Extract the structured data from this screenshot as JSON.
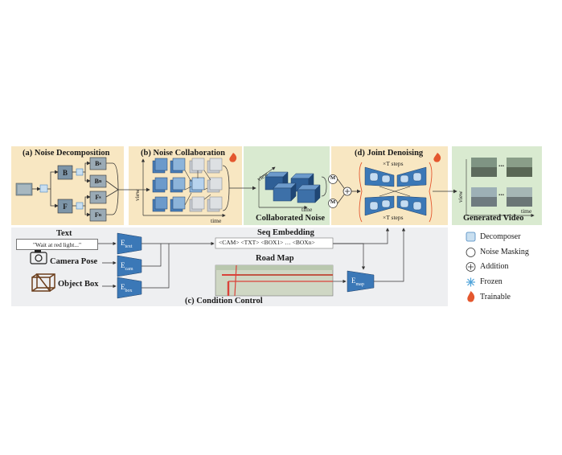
{
  "panels": {
    "a": {
      "title": "(a) Noise Decomposition",
      "b": "B",
      "f": "F",
      "bs": "Bs",
      "bs_sub": "s",
      "bn": "Bn",
      "bn_sub": "n",
      "fs": "Fs",
      "fs_sub": "s",
      "fn": "Fn",
      "fn_sub": "n"
    },
    "b": {
      "title": "(b) Noise Collaboration",
      "axis_view": "view",
      "axis_time": "time"
    },
    "collab": {
      "title": "Collaborated Noise",
      "axis_view": "view",
      "axis_time": "time",
      "m1": "M",
      "m2": "M"
    },
    "d": {
      "title": "(d) Joint Denoising",
      "steps_top": "×T steps",
      "steps_bottom": "×T steps"
    },
    "gen": {
      "title": "Generated Video",
      "axis_view": "view",
      "axis_time": "time",
      "dots": "..."
    },
    "c": {
      "title": "(c) Condition Control",
      "text_label": "Text",
      "text_value": "\"Wait at red light...\"",
      "camera_label": "Camera Pose",
      "object_label": "Object Box",
      "seq_title": "Seq Embedding",
      "seq_value": "<CAM> <TXT> <BOX1> … <BOXn>",
      "road_title": "Road Map",
      "e_text": "E",
      "e_text_sub": "text",
      "e_cam": "E",
      "e_cam_sub": "cam",
      "e_box": "E",
      "e_box_sub": "box",
      "e_map": "E",
      "e_map_sub": "map"
    }
  },
  "legend": [
    {
      "icon": "decomposer-icon",
      "label": "Decomposer"
    },
    {
      "icon": "noise-masking-icon",
      "label": "Noise Masking"
    },
    {
      "icon": "addition-icon",
      "label": "Addition"
    },
    {
      "icon": "frozen-icon",
      "label": "Frozen"
    },
    {
      "icon": "trainable-icon",
      "label": "Trainable"
    }
  ],
  "colors": {
    "panel_yellow": "#f8e7c2",
    "panel_green": "#d9ead0",
    "panel_gray": "#eeeff1",
    "encoder_blue": "#3b78b7",
    "gray_box": "#7d95a8",
    "trainable": "#e4572e"
  }
}
